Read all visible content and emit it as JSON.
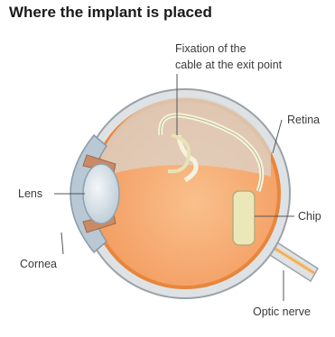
{
  "title": "Where the implant is placed",
  "labels": {
    "fixation_line1": "Fixation of the",
    "fixation_line2": "cable at the exit point",
    "retina": "Retina",
    "lens": "Lens",
    "chip": "Chip",
    "cornea": "Cornea",
    "optic_nerve": "Optic nerve"
  },
  "colors": {
    "sclera_outline": "#9aa2a8",
    "eye_interior": "#f7b07a",
    "retina_line": "#e8863c",
    "cornea": "#b8c8d4",
    "lens": "#dde6ec",
    "vitreous_shading": "#d9d4cc",
    "chip": "#ece7b8",
    "optic_nerve": "#f6c37a"
  }
}
